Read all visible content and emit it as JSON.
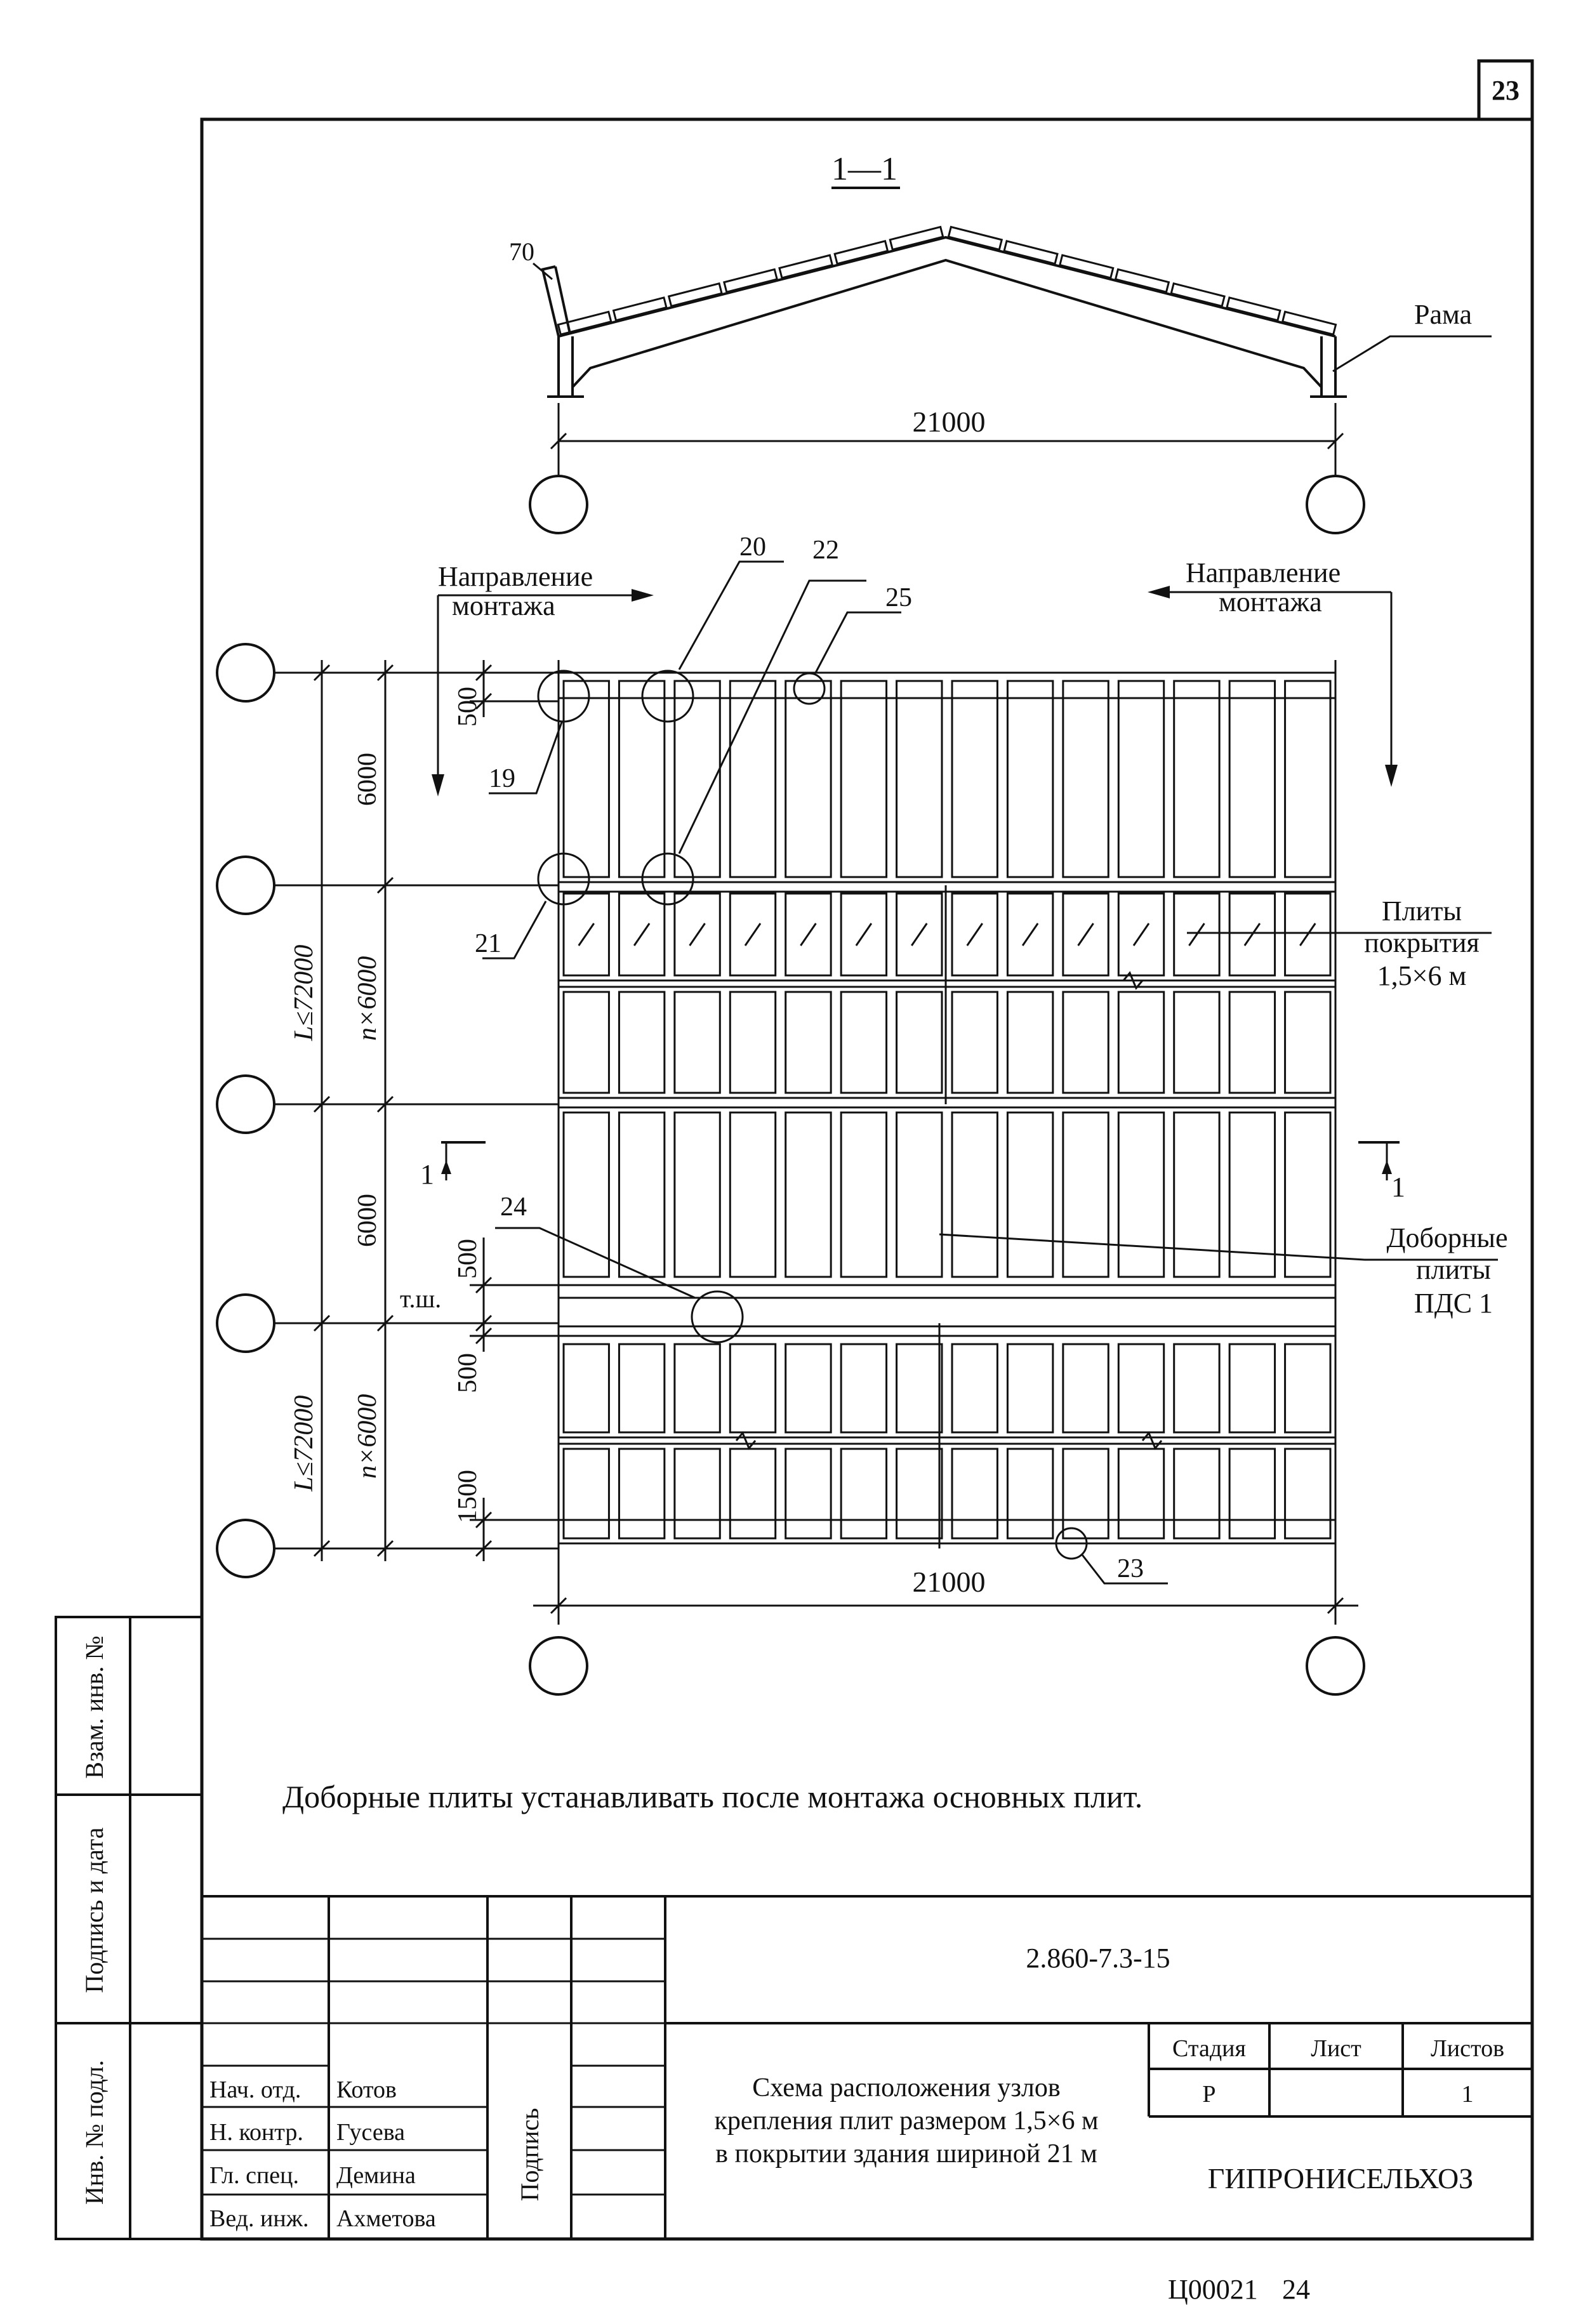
{
  "page_number": "23",
  "section": {
    "title": "1—1",
    "span": "21000",
    "dim_70": "70",
    "frame_label": "Рама"
  },
  "plan": {
    "dir_left": [
      "Направление",
      "монтажа"
    ],
    "dir_right": [
      "Направление",
      "монтажа"
    ],
    "callouts": {
      "c19": "19",
      "c20": "20",
      "c21": "21",
      "c22": "22",
      "c23": "23",
      "c24": "24",
      "c25": "25"
    },
    "dims": {
      "d500_top": "500",
      "d6000_top": "6000",
      "n6000_a": "n×6000",
      "L72000_a": "L≤72000",
      "d6000_mid": "6000",
      "d500_mid1": "500",
      "tsh": "т.ш.",
      "d500_mid2": "500",
      "n6000_b": "n×6000",
      "L72000_b": "L≤72000",
      "d1500": "1500",
      "span": "21000"
    },
    "cut_left": "1",
    "cut_right": "1",
    "label_plates": [
      "Плиты",
      "покрытия",
      "1,5×6 м"
    ],
    "label_extra": [
      "Доборные",
      "плиты",
      "ПДС 1"
    ]
  },
  "note": "Доборные плиты устанавливать после монтажа основных плит.",
  "side_stamps": [
    "Взам. инв. №",
    "Подпись и дата",
    "Инв. № подл."
  ],
  "title_block": {
    "code": "2.860-7.3-15",
    "people": [
      {
        "role": "Нач. отд.",
        "name": "Котов"
      },
      {
        "role": "Н. контр.",
        "name": "Гусева"
      },
      {
        "role": "Гл. спец.",
        "name": "Демина"
      },
      {
        "role": "Вед. инж.",
        "name": "Ахметова"
      }
    ],
    "signature_header": "Подпись",
    "title_lines": [
      "Схема расположения узлов",
      "крепления плит размером 1,5×6 м",
      "в покрытии здания шириной 21 м"
    ],
    "stage_header": "Стадия",
    "sheet_header": "Лист",
    "sheets_header": "Листов",
    "stage": "Р",
    "sheet": "",
    "sheets": "1",
    "org": "ГИПРОНИСЕЛЬХОЗ"
  },
  "footer": {
    "code": "Ц00021",
    "number": "24"
  }
}
